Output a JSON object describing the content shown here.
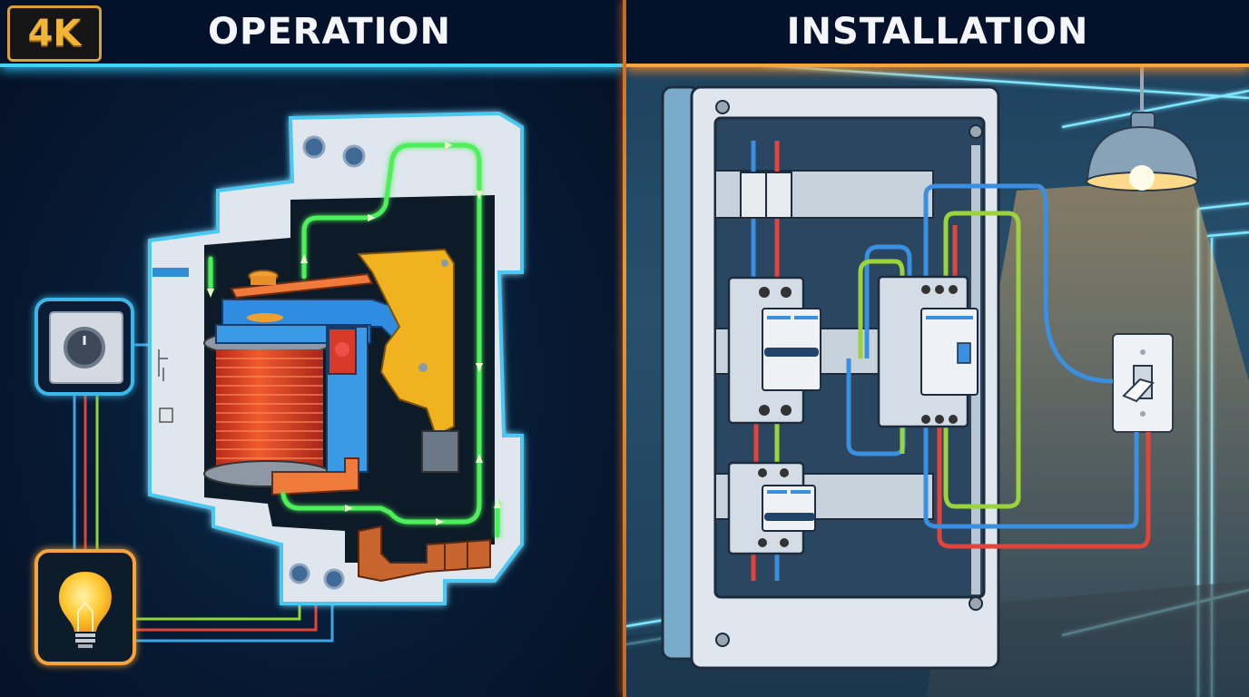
{
  "badge": {
    "label": "4K",
    "color": "#f2b437"
  },
  "left_panel": {
    "title": "OPERATION",
    "accent_color": "#3ed4f5",
    "components": [
      "control-switch",
      "indicator-lamp",
      "contactor-cutaway",
      "coil",
      "armature",
      "moving-contact",
      "fixed-contacts",
      "current-flow-path"
    ],
    "wire_colors": {
      "blue": "#3aa6e8",
      "red": "#e2443a",
      "green": "#8fd63a"
    },
    "flow_color": "#4ef05a"
  },
  "right_panel": {
    "title": "INSTALLATION",
    "accent_color": "#f7a63a",
    "components": [
      "distribution-board",
      "din-rail",
      "terminal-block",
      "main-breaker-2p",
      "contactor",
      "branch-breaker-2p",
      "wall-switch",
      "pendant-lamp"
    ],
    "wire_colors": {
      "blue": "#3a8fe0",
      "red": "#e2443a",
      "green": "#9ad43a"
    }
  },
  "divider_color": "#f0952e"
}
